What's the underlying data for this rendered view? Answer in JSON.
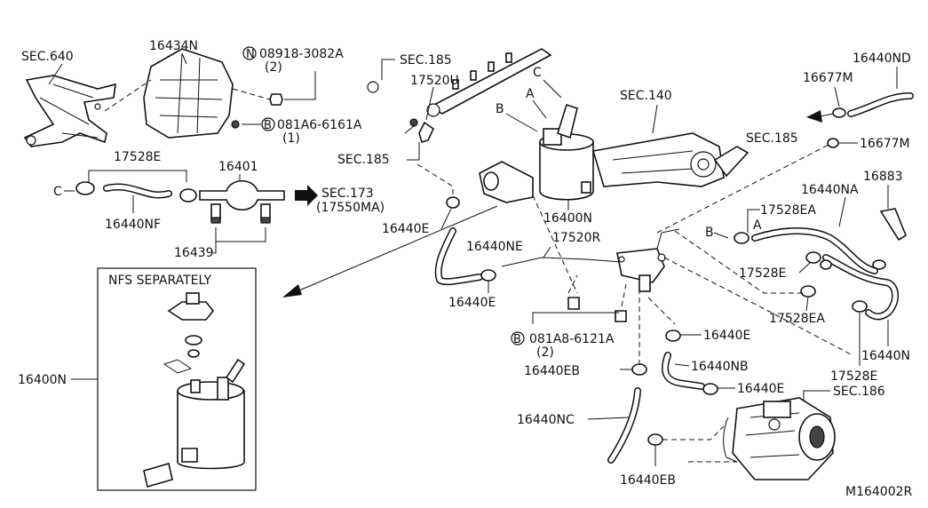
{
  "diagram_code": "M164002R",
  "box_title": "NFS SEPARATELY",
  "labels": {
    "sec640": "SEC.640",
    "p16434N": "16434N",
    "bolt_a": "08918-3082A",
    "bolt_a_qty": "(2)",
    "sec185_top": "SEC.185",
    "p17520U": "17520U",
    "bolt_b": "081A6-6161A",
    "bolt_b_qty": "(1)",
    "sec185_mid": "SEC.185",
    "p17528E_top": "17528E",
    "p16401": "16401",
    "sec173": "SEC.173",
    "sec173_sub": "(17550MA)",
    "p16440NF": "16440NF",
    "p16439": "16439",
    "p16440E_a": "16440E",
    "p16440NE": "16440NE",
    "p17520R": "17520R",
    "p16440E_b": "16440E",
    "p16400N_main": "16400N",
    "sec140": "SEC.140",
    "sec185_right": "SEC.185",
    "p16677M_a": "16677M",
    "p16677M_b": "16677M",
    "p16440ND": "16440ND",
    "p16883": "16883",
    "p16440NA": "16440NA",
    "p17528EA_a": "17528EA",
    "p17528E_r": "17528E",
    "p17528EA_b": "17528EA",
    "p16440N": "16440N",
    "p17528E_b": "17528E",
    "bolt_c": "081A8-6121A",
    "bolt_c_qty": "(2)",
    "p16440E_c": "16440E",
    "p16440NB": "16440NB",
    "p16440EB_a": "16440EB",
    "p16440E_d": "16440E",
    "sec186": "SEC.186",
    "p16440NC": "16440NC",
    "p16440EB_b": "16440EB",
    "p16400N_box": "16400N",
    "ref_a1": "A",
    "ref_b1": "B",
    "ref_c1": "C",
    "ref_c2": "C",
    "ref_b2": "B",
    "ref_a2": "A",
    "circle_n": "N",
    "circle_b1": "B",
    "circle_b2": "B"
  }
}
